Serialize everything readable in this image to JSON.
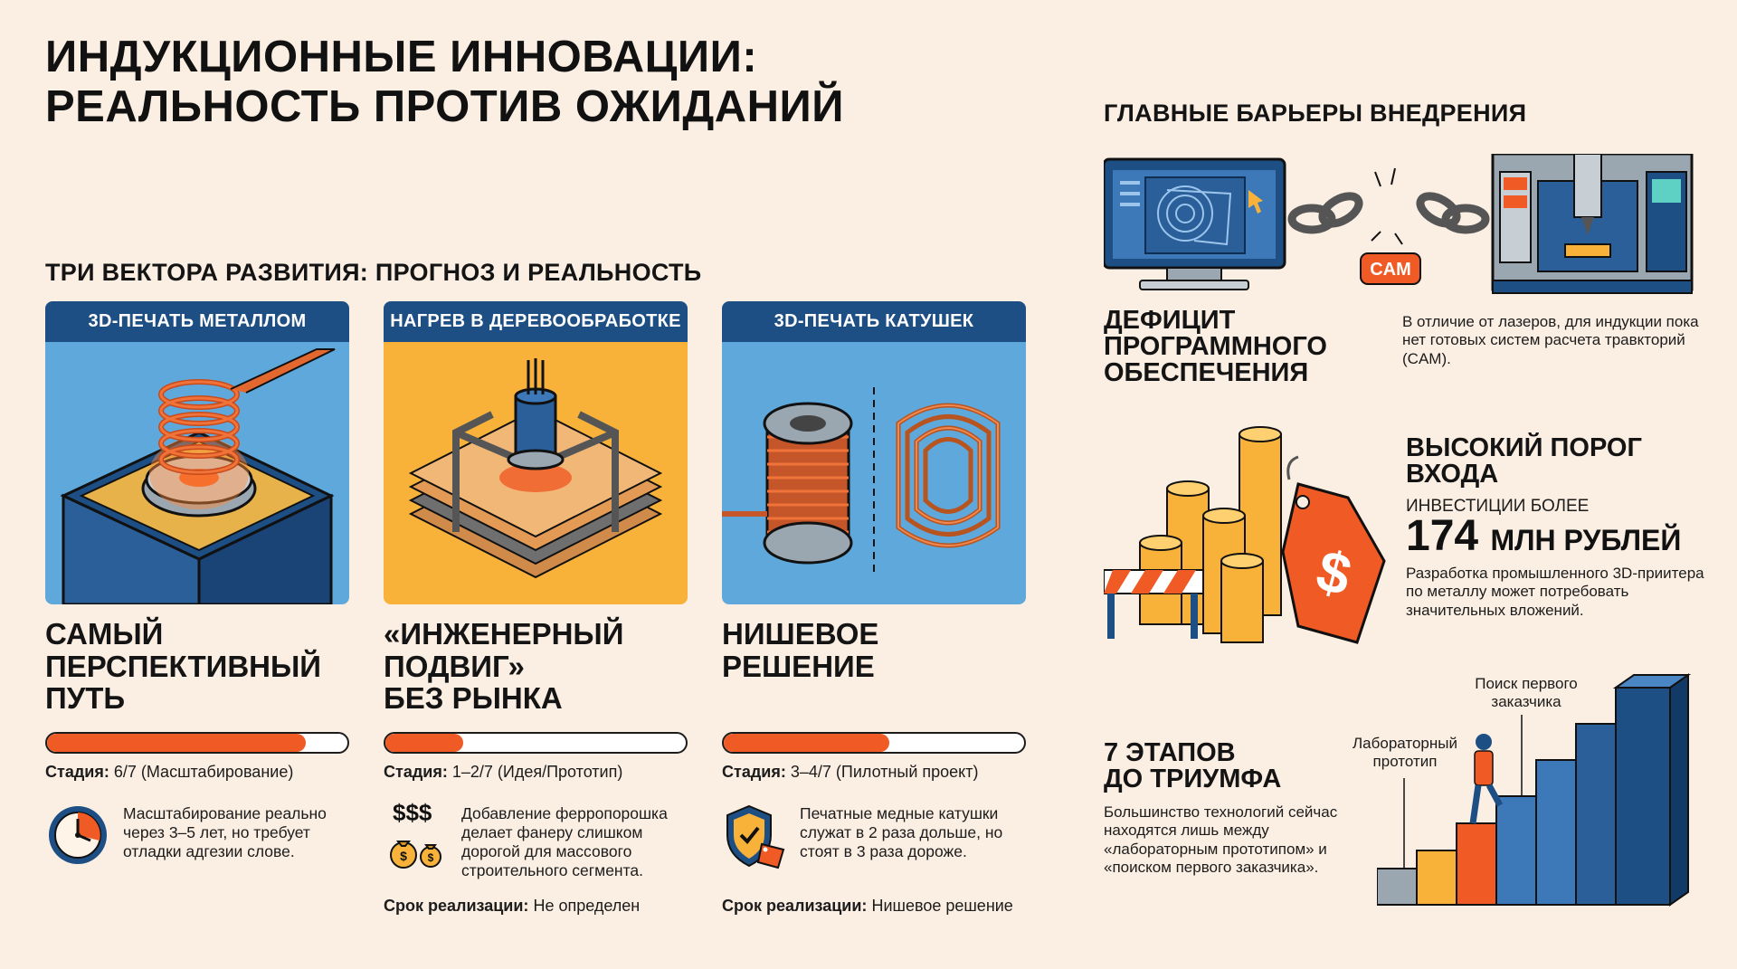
{
  "title": {
    "line1": "ИНДУКЦИОННЫЕ ИННОВАЦИИ:",
    "line2": "РЕАЛЬНОСТЬ ПРОТИВ ОЖИДАНИЙ"
  },
  "vectors": {
    "title": "ТРИ ВЕКТОРА РАЗВИТИЯ: ПРОГНОЗ И РЕАЛЬНОСТЬ",
    "cards": [
      {
        "header": "3D-ПЕЧАТЬ МЕТАЛЛОМ",
        "heading_lines": [
          "САМЫЙ",
          "ПЕРСПЕКТИВНЫЙ",
          "ПУТЬ"
        ],
        "progress": 0.86,
        "stage_label": "Стадия:",
        "stage_value": "6/7 (Масштабирование)",
        "description": "Масштабирование реально через 3–5 лет, но требует отладки адгезии слове.",
        "icon": "clock-icon",
        "deadline_label": "",
        "deadline_value": ""
      },
      {
        "header": "НАГРЕВ В ДЕРЕВООБРАБОТКЕ",
        "heading_lines": [
          "«ИНЖЕНЕРНЫЙ",
          "ПОДВИГ»",
          "БЕЗ РЫНКА"
        ],
        "progress": 0.26,
        "stage_label": "Стадия:",
        "stage_value": "1–2/7 (Идея/Прототип)",
        "description": "Добавление ферропорошка делает фанеру слишком дорогой для массового строительного сегмента.",
        "icon": "money-bags-icon",
        "icon_text": "$$$",
        "deadline_label": "Срок реализации:",
        "deadline_value": "Не определен"
      },
      {
        "header": "3D-ПЕЧАТЬ КАТУШЕК",
        "heading_lines": [
          "НИШЕВОЕ",
          "РЕШЕНИЕ"
        ],
        "progress": 0.55,
        "stage_label": "Стадия:",
        "stage_value": "3–4/7 (Пилотный проект)",
        "description": "Печатные медные катушки служат в 2 раза дольше, но стоят в 3 раза дороже.",
        "icon": "shield-tag-icon",
        "deadline_label": "Срок реализации:",
        "deadline_value": "Нишевое решение"
      }
    ]
  },
  "barriers": {
    "title": "ГЛАВНЫЕ БАРЬЕРЫ ВНЕДРЕНИЯ",
    "software": {
      "heading_lines": [
        "ДЕФИЦИТ",
        "ПРОГРАММНОГО",
        "ОБЕСПЕЧЕНИЯ"
      ],
      "text": "В отличие от лазеров, для индукции пока нет готовых систем расчета травкторий (CAM).",
      "badge": "CAM"
    },
    "entry": {
      "heading_lines": [
        "ВЫСОКИЙ ПОРОГ",
        "ВХОДА"
      ],
      "invest_label": "ИНВЕСТИЦИИ БОЛЕЕ",
      "amount": "174",
      "amount_unit": "МЛН РУБЛЕЙ",
      "text": "Разработка промышленного 3D-приитера по металлу может потребовать значительных вложений.",
      "tag_symbol": "$"
    },
    "stages": {
      "heading_lines": [
        "7 ЭТАПОВ",
        "ДО ТРИУМФА"
      ],
      "text": "Большинство технологий сейчас находятся лишь между «лабораторным прототипом» и «поиском первого заказчика».",
      "label_lab": "Лабораторный прототип",
      "label_customer": "Поиск первого заказчика"
    }
  },
  "colors": {
    "background": "#fbeee2",
    "navy": "#1d4f85",
    "orange": "#f05a24",
    "card_blue": "#5fa8dc",
    "card_yellow": "#f8b23a"
  }
}
